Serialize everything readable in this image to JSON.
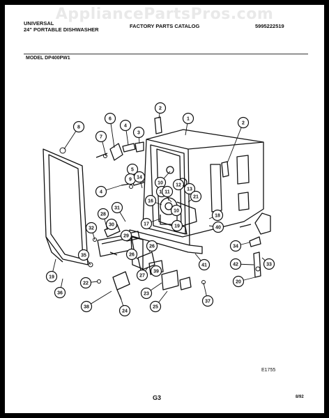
{
  "watermark": "AppliancePartsPros.com",
  "header": {
    "brand": "UNIVERSAL",
    "product": "24\" PORTABLE DISHWASHER",
    "catalog": "FACTORY PARTS CATALOG",
    "catalog_number": "5995222519"
  },
  "model_label": "MODEL DP400PW1",
  "footer": {
    "drawing_code": "E1755",
    "page": "G3",
    "date": "8/92"
  },
  "callouts": [
    "8",
    "7",
    "6",
    "4",
    "3",
    "2",
    "1",
    "2",
    "5",
    "9",
    "4",
    "14",
    "10",
    "11",
    "12",
    "13",
    "16",
    "11",
    "10",
    "21",
    "18",
    "17",
    "40",
    "19",
    "28",
    "31",
    "30",
    "32",
    "29",
    "26",
    "35",
    "26",
    "27",
    "39",
    "41",
    "34",
    "42",
    "33",
    "20",
    "19",
    "36",
    "22",
    "23",
    "25",
    "37",
    "38",
    "24"
  ]
}
